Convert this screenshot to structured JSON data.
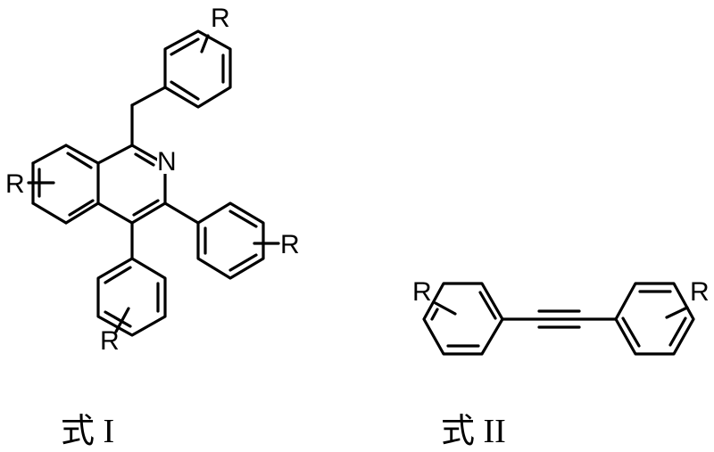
{
  "figure": {
    "formula_1": {
      "caption": "式 I",
      "description": "1-benzyl-3,4-diaryl-isoquinoline with R substituents",
      "labels": {
        "N": "N",
        "R_top": "R",
        "R_left": "R",
        "R_right": "R",
        "R_bottom": "R"
      }
    },
    "formula_2": {
      "caption": "式 II",
      "description": "diaryl alkyne (tolane) with R substituents",
      "labels": {
        "R_left": "R",
        "R_right": "R"
      }
    },
    "colors": {
      "ink": "#000000",
      "background": "#ffffff"
    }
  }
}
